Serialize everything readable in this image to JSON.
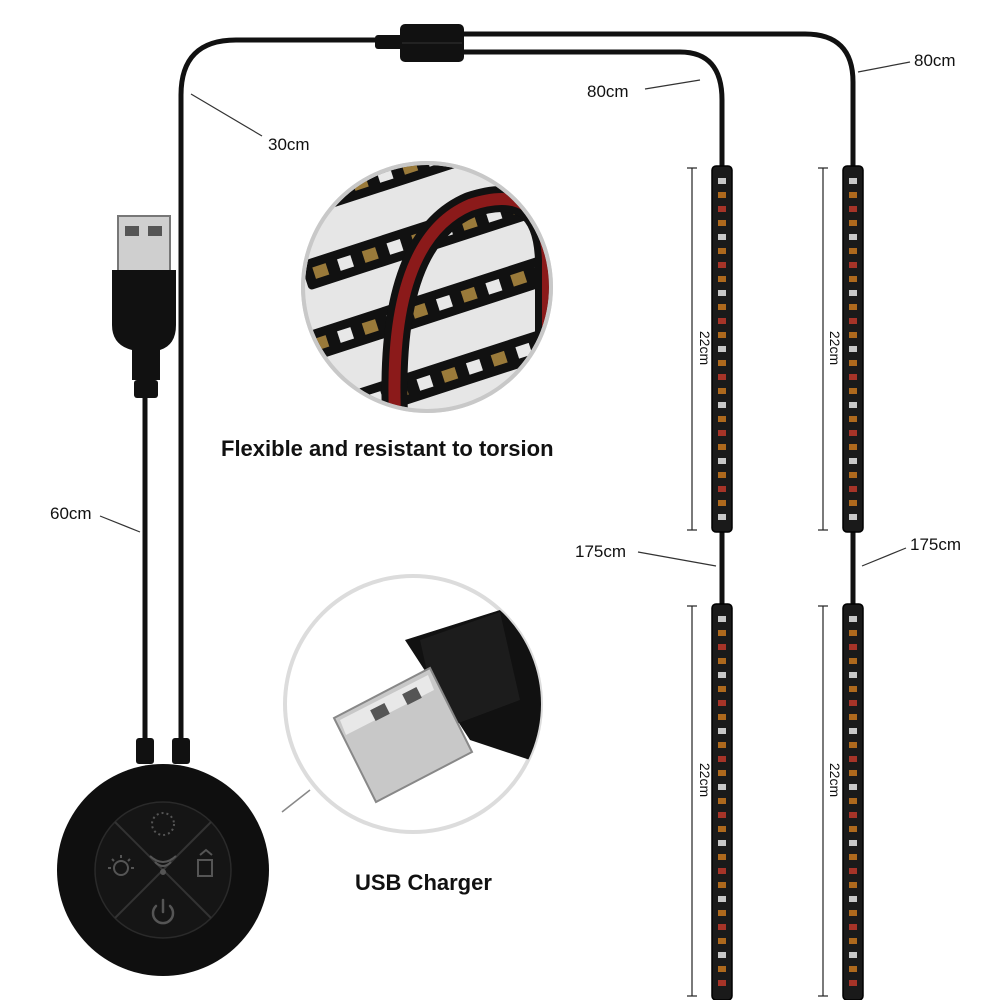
{
  "captions": {
    "flexible": "Flexible and resistant to torsion",
    "usb_charger": "USB Charger"
  },
  "labels": {
    "cable_30": "30cm",
    "cable_60": "60cm",
    "branch_left_80": "80cm",
    "branch_right_80": "80cm",
    "total_left_175": "175cm",
    "total_right_175": "175cm",
    "strip_left_top": "22cm",
    "strip_right_top": "22cm",
    "strip_left_bottom": "22cm",
    "strip_right_bottom": "22cm"
  },
  "icons": [
    "usb-plug-icon",
    "controller-pod-icon",
    "power-icon",
    "sun-icon",
    "sensor-icon",
    "mode-icon",
    "dots-ring-icon"
  ],
  "colors": {
    "cable": "#111111",
    "strip": "#1a1a1a",
    "led_red": "#c0392b",
    "led_white": "#e8e8e8",
    "led_amber": "#c9781f"
  }
}
